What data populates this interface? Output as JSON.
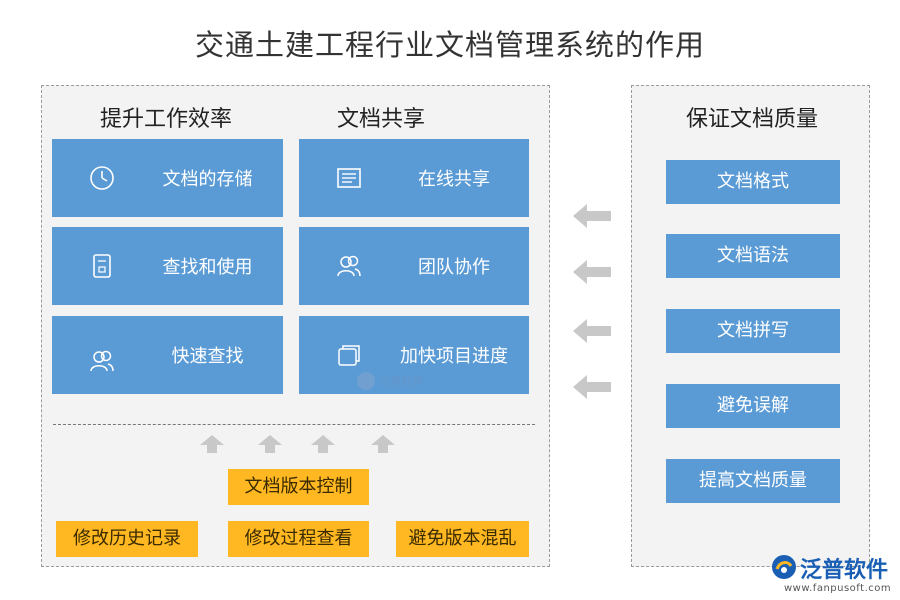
{
  "title": "交通土建工程行业文档管理系统的作用",
  "left_panel": {
    "heading_efficiency": "提升工作效率",
    "heading_sharing": "文档共享",
    "tiles": [
      {
        "label": "文档的存储",
        "icon": "clock-icon"
      },
      {
        "label": "在线共享",
        "icon": "document-list-icon"
      },
      {
        "label": "查找和使用",
        "icon": "file-icon"
      },
      {
        "label": "团队协作",
        "icon": "users-icon"
      },
      {
        "label": "快速查找",
        "icon": "users-icon"
      },
      {
        "label": "加快项目进度",
        "icon": "stacked-windows-icon"
      }
    ],
    "version_control": "文档版本控制",
    "bottom_items": [
      "修改历史记录",
      "修改过程查看",
      "避免版本混乱"
    ]
  },
  "right_panel": {
    "heading": "保证文档质量",
    "items": [
      "文档格式",
      "文档语法",
      "文档拼写",
      "避免误解",
      "提高文档质量"
    ]
  },
  "logo": {
    "text": "泛普软件",
    "url": "www.fanpusoft.com",
    "watermark": "泛普软件"
  },
  "colors": {
    "tile_blue": "#5b9bd5",
    "orange": "#ffb822",
    "arrow_gray": "#c8c8c8",
    "panel_bg": "#f3f3f3"
  }
}
